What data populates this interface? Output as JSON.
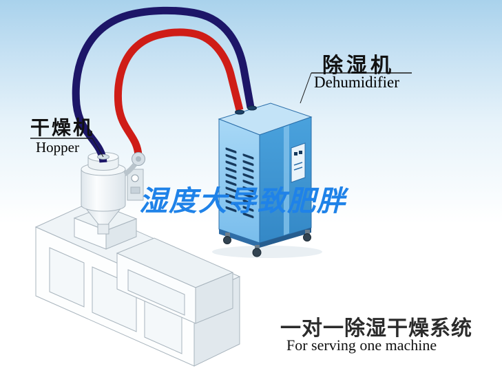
{
  "labels": {
    "dehumidifier": {
      "zh": "除湿机",
      "en": "Dehumidifier"
    },
    "hopper": {
      "zh": "干燥机",
      "en": "Hopper"
    },
    "watermark": "湿度大导致肥胖",
    "caption": {
      "zh": "一对一除湿干燥系统",
      "en": "For serving one machine"
    }
  },
  "colors": {
    "pipe_red": "#cf1d17",
    "pipe_navy": "#1d1668",
    "dehumidifier_top": "#c3e3f7",
    "dehumidifier_front": "#8ccbf2",
    "dehumidifier_side": "#3f98d6",
    "dehumidifier_edge": "#2b6ea9",
    "vent_slot": "#16395d",
    "machine_outline": "#a8b4bd",
    "watermark_blue": "#1f82e8",
    "label_dark": "#1a1a1a",
    "background_sky": "#a9d2ec"
  }
}
